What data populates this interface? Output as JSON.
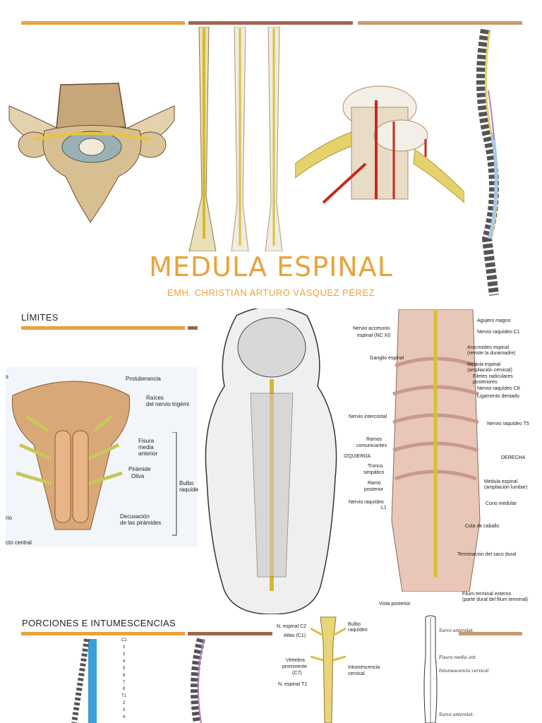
{
  "header": {
    "title": "MEDULA ESPINAL",
    "subtitle": "EMH. CHRISTIAN ARTURO VÁSQUEZ PÉREZ"
  },
  "colors": {
    "accent": "#e8a33c",
    "accent_brown": "#a0654e",
    "accent_tan": "#c99a6e"
  },
  "sections": {
    "limites": "LÍMITES",
    "porciones": "PORCIONES E INTUMESCENCIAS"
  },
  "brainstem_labels": {
    "protuberancia": "Protuberancia",
    "raices_1": "Raíces",
    "raices_2": "del nervio trigémi",
    "fisura_1": "Fisura",
    "fisura_2": "media",
    "fisura_3": "anterior",
    "piramide": "Pirámide",
    "oliva": "Oliva",
    "bulbo_1": "Bulbo",
    "bulbo_2": "raquíde",
    "decusacion_1": "Decusación",
    "decusacion_2": "de las pirámides",
    "rio": "rio",
    "canal": "cto central",
    "s": "s"
  },
  "back_labels": {
    "nervio_accesorio_1": "Nervio accesorio",
    "nervio_accesorio_2": "espinal (NC XI)",
    "agujero_magno": "Agujero magno",
    "nervio_c1": "Nervio raquídeo C1",
    "aracnoides_1": "Aracnoides espinal",
    "aracnoides_2": "(reviste la duramadre)",
    "ganglio": "Ganglio espinal",
    "medula_1": "Médula espinal",
    "medula_2": "(ampliación cervical)",
    "filetes_1": "Filetes radiculares",
    "filetes_2": "posteriores",
    "nervio_c8": "Nervio raquídeo C8",
    "ligamento": "Ligamento dentado",
    "intercostal": "Nervio intercostal",
    "nervio_t5": "Nervio raquídeo T5",
    "ramos_1": "Ramos",
    "ramos_2": "comunicantes",
    "izquierda": "IZQUIERDA",
    "derecha": "DERECHA",
    "tronco_1": "Tronco",
    "tronco_2": "simpático",
    "medula_l_1": "Médula espinal",
    "medula_l_2": "(ampliación lumbar)",
    "ramo_1": "Ramo",
    "ramo_2": "posterior",
    "nervio_l1_1": "Nervio raquídeo",
    "nervio_l1_2": "L1",
    "cono": "Cono medular",
    "cola": "Cola de caballo",
    "terminacion": "Terminación del saco dural",
    "filum_1": "Filum terminal externo",
    "filum_2": "(parte dural del filum terminal)",
    "vista": "Vista posterior"
  },
  "bottom_labels": {
    "n_espinal_c2": "N. espinal C2",
    "atlas": "Atlas (C1)",
    "vertebra_1": "Vértebra",
    "vertebra_2": "prominente",
    "vertebra_3": "(C7)",
    "n_espinal_t1": "N. espinal T1",
    "bulbo_1": "Bulbo",
    "bulbo_2": "raquídeo",
    "intumescencia_1": "Intumescencia",
    "intumescencia_2": "cervical",
    "surco_ant": "Surco anterolat.",
    "fisura_ant": "Fisura media ant.",
    "intum_cerv": "Intumescencia cervical",
    "surco_ant2": "Surco anterolat."
  },
  "segment_numbers": [
    "C1",
    "2",
    "3",
    "4",
    "5",
    "6",
    "7",
    "8",
    "T1",
    "2",
    "3",
    "4"
  ]
}
